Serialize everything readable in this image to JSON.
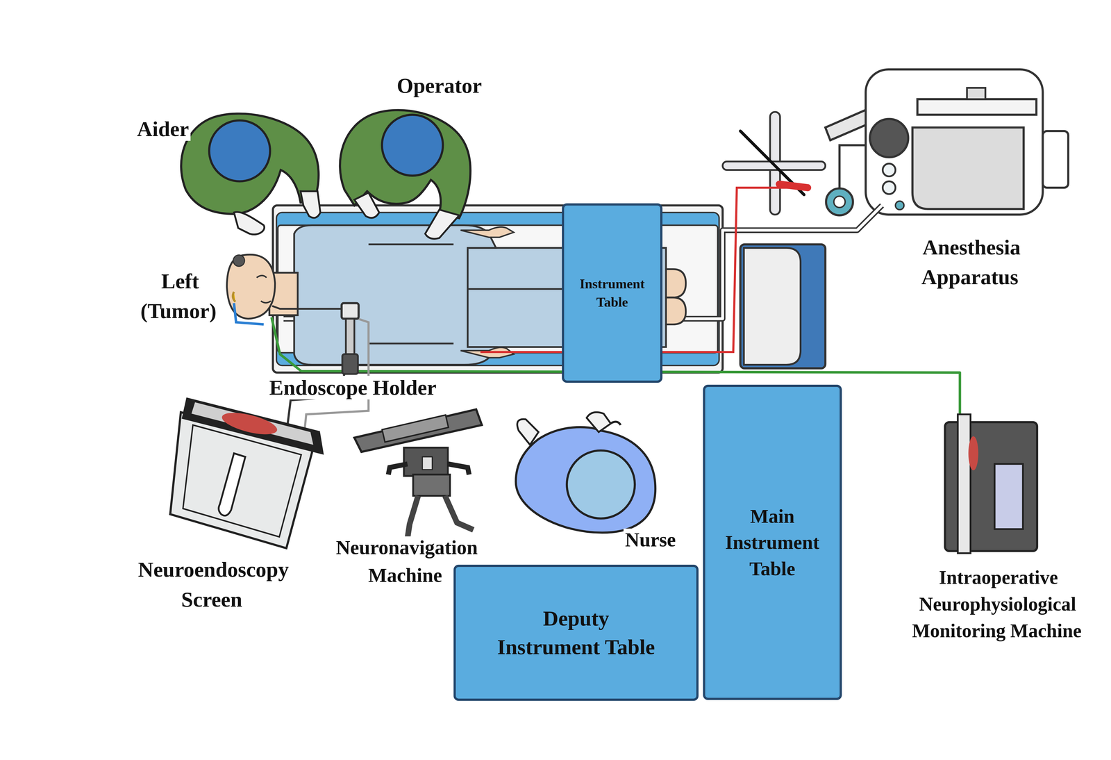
{
  "diagram": {
    "nodes": [
      {
        "text": [
          "Instrument Table"
        ]
      },
      {
        "text": [
          "Main Instrument Table"
        ]
      },
      {
        "text": [
          "Deputy Instrument Table"
        ]
      }
    ],
    "labels": [
      "Operator",
      "Aider",
      "Left (Tumor)",
      "Endoscope Holder",
      "Anesthesia Apparatus",
      "Neuroendoscopy Screen",
      "Neuronavigation Machine",
      "Nurse",
      "Intraoperative Neurophysiological Monitoring Machine"
    ]
  }
}
